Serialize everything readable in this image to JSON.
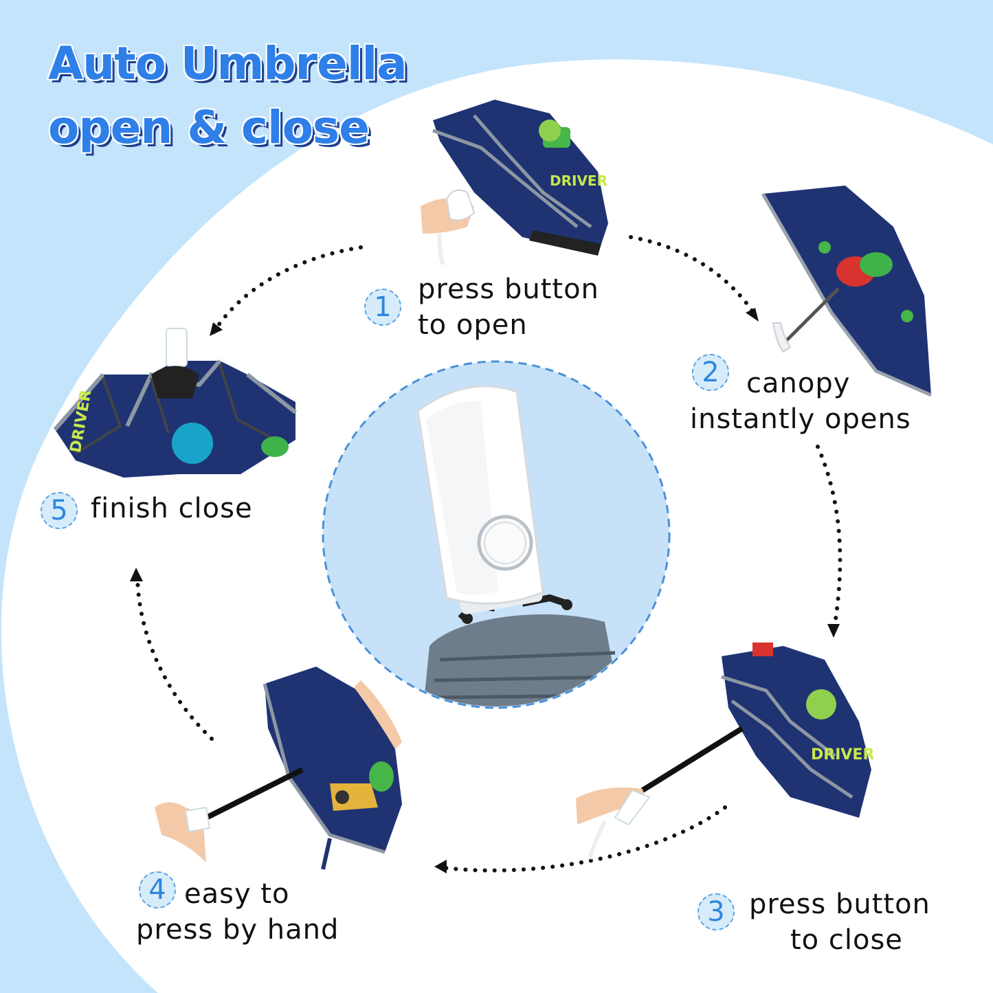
{
  "title": {
    "line1": "Auto Umbrella",
    "line2": "open & close"
  },
  "steps": [
    {
      "number": "1",
      "line1": "press button",
      "line2": "to open"
    },
    {
      "number": "2",
      "line1": "canopy",
      "line2": "instantly opens"
    },
    {
      "number": "3",
      "line1": "press button",
      "line2": "to close"
    },
    {
      "number": "4",
      "line1": "easy to",
      "line2": "press by hand"
    },
    {
      "number": "5",
      "line1": "finish close"
    }
  ],
  "colors": {
    "background": "#c4e4fb",
    "canopy": "#1f3373",
    "accent": "#2d86de",
    "title": "#2f7fe8",
    "title_shadow": "#1b3f8f"
  }
}
